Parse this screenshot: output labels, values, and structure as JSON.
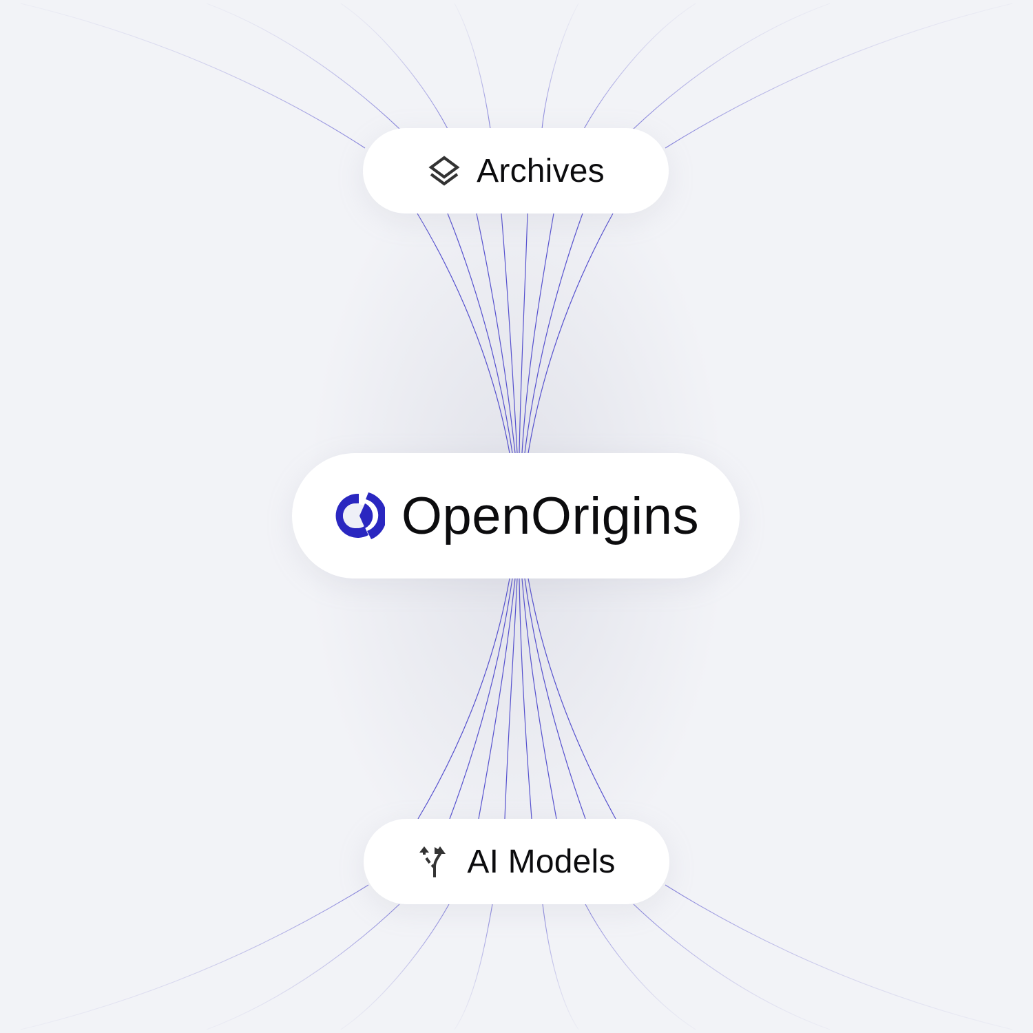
{
  "nodes": {
    "top": {
      "label": "Archives",
      "icon": "layers-icon"
    },
    "center": {
      "label": "OpenOrigins",
      "icon": "openorigins-logo-icon"
    },
    "bottom": {
      "label": "AI Models",
      "icon": "fork-arrows-icon"
    }
  },
  "colors": {
    "background": "#f2f3f7",
    "pill": "#ffffff",
    "text": "#0c0c0e",
    "icon": "#333333",
    "brand_blue": "#2a27c0",
    "line": "#3b35c8"
  },
  "connections": {
    "archives_to_openorigins": 8,
    "openorigins_to_ai_models": 8,
    "incoming_to_archives": 8,
    "outgoing_from_ai_models": 8
  }
}
